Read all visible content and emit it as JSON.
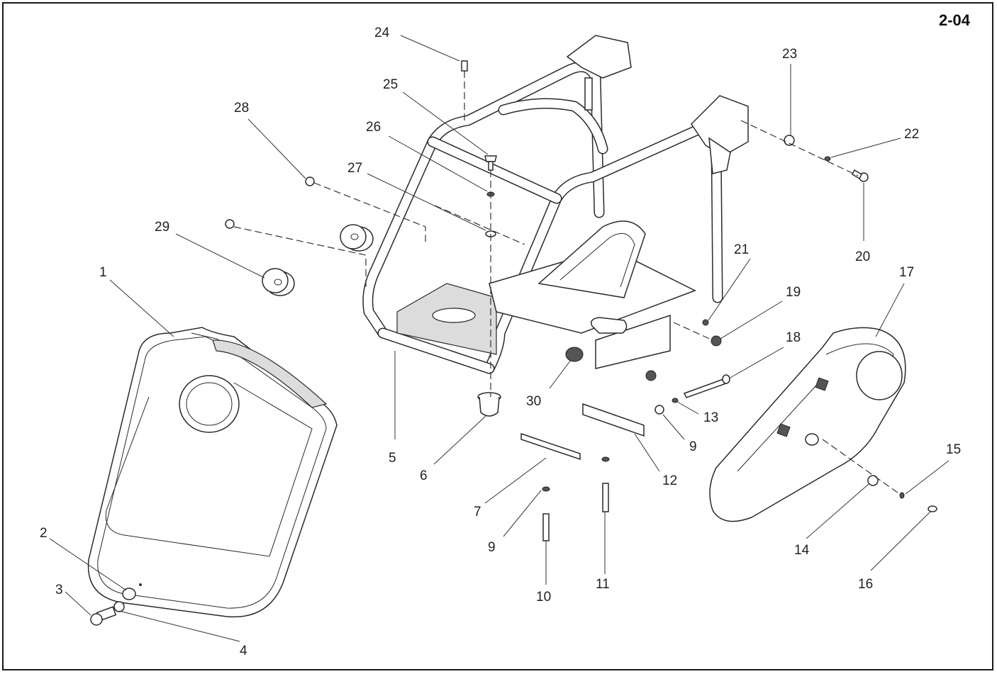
{
  "page_code": "2-04",
  "callouts": [
    {
      "id": "c1",
      "text": "1"
    },
    {
      "id": "c2",
      "text": "2"
    },
    {
      "id": "c3",
      "text": "3"
    },
    {
      "id": "c4",
      "text": "4"
    },
    {
      "id": "c5",
      "text": "5"
    },
    {
      "id": "c6",
      "text": "6"
    },
    {
      "id": "c7",
      "text": "7"
    },
    {
      "id": "c9a",
      "text": "9"
    },
    {
      "id": "c9b",
      "text": "9"
    },
    {
      "id": "c10",
      "text": "10"
    },
    {
      "id": "c11",
      "text": "11"
    },
    {
      "id": "c12",
      "text": "12"
    },
    {
      "id": "c13",
      "text": "13"
    },
    {
      "id": "c14",
      "text": "14"
    },
    {
      "id": "c15",
      "text": "15"
    },
    {
      "id": "c16",
      "text": "16"
    },
    {
      "id": "c17",
      "text": "17"
    },
    {
      "id": "c18",
      "text": "18"
    },
    {
      "id": "c19",
      "text": "19"
    },
    {
      "id": "c20",
      "text": "20"
    },
    {
      "id": "c21",
      "text": "21"
    },
    {
      "id": "c22",
      "text": "22"
    },
    {
      "id": "c23",
      "text": "23"
    },
    {
      "id": "c24",
      "text": "24"
    },
    {
      "id": "c25",
      "text": "25"
    },
    {
      "id": "c26",
      "text": "26"
    },
    {
      "id": "c27",
      "text": "27"
    },
    {
      "id": "c28",
      "text": "28"
    },
    {
      "id": "c29",
      "text": "29"
    },
    {
      "id": "c30",
      "text": "30"
    }
  ]
}
